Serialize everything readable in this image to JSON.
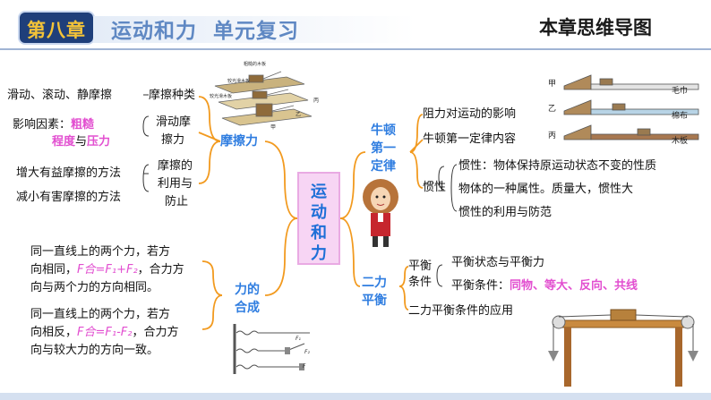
{
  "header": {
    "chapter_label": "第八章",
    "title": "运动和力  单元复习",
    "right_title": "本章思维导图"
  },
  "center_topic": [
    "运",
    "动",
    "和",
    "力"
  ],
  "friction": {
    "label": "摩擦力",
    "types": {
      "leaf": "滑动、滚动、静摩擦",
      "node": "摩擦种类"
    },
    "sliding": {
      "node_line1": "滑动摩",
      "node_line2": "擦力",
      "factors_prefix": "影响因素：",
      "factor_a1": "粗糙",
      "factor_a2": "程度",
      "factor_and": "与",
      "factor_b": "压力"
    },
    "use": {
      "node_line1": "摩擦的",
      "node_line2": "利用与",
      "node_line3": "防止",
      "increase": "增大有益摩擦的方法",
      "decrease": "减小有害摩擦的方法"
    },
    "diagram_labels": {
      "rough": "粗糙的木板",
      "smooth": "较光滑木板",
      "smooth2": "较光滑木板",
      "a": "甲",
      "b": "乙",
      "c": "丙"
    }
  },
  "composition": {
    "label_line1": "力的",
    "label_line2": "合成",
    "same_dir": {
      "line1": "同一直线上的两个力，若方",
      "line2": "向相同，",
      "formula": "F合=F₁+F₂",
      "line2_tail": "，合力方",
      "line3": "向与两个力的方向相同。"
    },
    "opp_dir": {
      "line1": "同一直线上的两个力，若方",
      "line2": "向相反，",
      "formula": "F合=F₁-F₂",
      "line2_tail": "，合力方",
      "line3": "向与较大力的方向一致。"
    },
    "diagram_labels": {
      "f1": "F₁",
      "f2": "F₂",
      "f": "F"
    }
  },
  "newton": {
    "label": [
      "牛顿",
      "第一",
      "定律"
    ],
    "items": [
      "阻力对运动的影响",
      "牛顿第一定律内容"
    ],
    "inertia": {
      "node": "惯性",
      "items": [
        "惯性：物体保持原运动状态不变的性质",
        "物体的一种属性。质量大，惯性大",
        "惯性的利用与防范"
      ]
    },
    "ramp_labels": {
      "row1_left": "甲",
      "row1_right": "毛巾",
      "row2_left": "乙",
      "row2_right": "棉布",
      "row3_left": "丙",
      "row3_right": "木板"
    }
  },
  "balance": {
    "label": [
      "二力",
      "平衡"
    ],
    "condition_node": [
      "平衡",
      "条件"
    ],
    "state": "平衡状态与平衡力",
    "condition_prefix": "平衡条件：",
    "condition_value": "同物、等大、反向、共线",
    "application": "二力平衡条件的应用"
  },
  "colors": {
    "accent_blue": "#2f7de0",
    "accent_pink": "#e24fd0",
    "connector_orange": "#f29a1f",
    "badge_navy": "#1f3f7a"
  }
}
